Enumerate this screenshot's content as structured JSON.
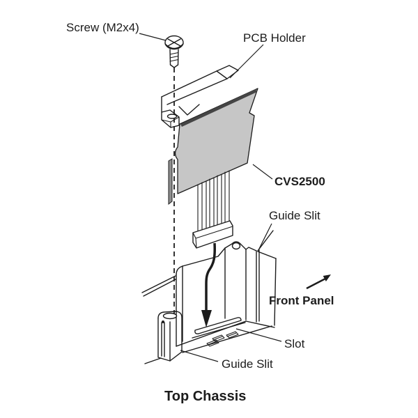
{
  "diagram": {
    "type": "exploded-assembly-diagram",
    "title": "Top Chassis",
    "labels": {
      "screw": "Screw (M2x4)",
      "pcb_holder": "PCB Holder",
      "board_model": "CVS2500",
      "guide_slit_upper": "Guide Slit",
      "front_panel": "Front Panel",
      "slot": "Slot",
      "guide_slit_lower": "Guide Slit"
    },
    "colors": {
      "line": "#1c1c1c",
      "board_fill": "#c6c6c6",
      "board_edge": "#454545",
      "bg": "#ffffff"
    }
  }
}
